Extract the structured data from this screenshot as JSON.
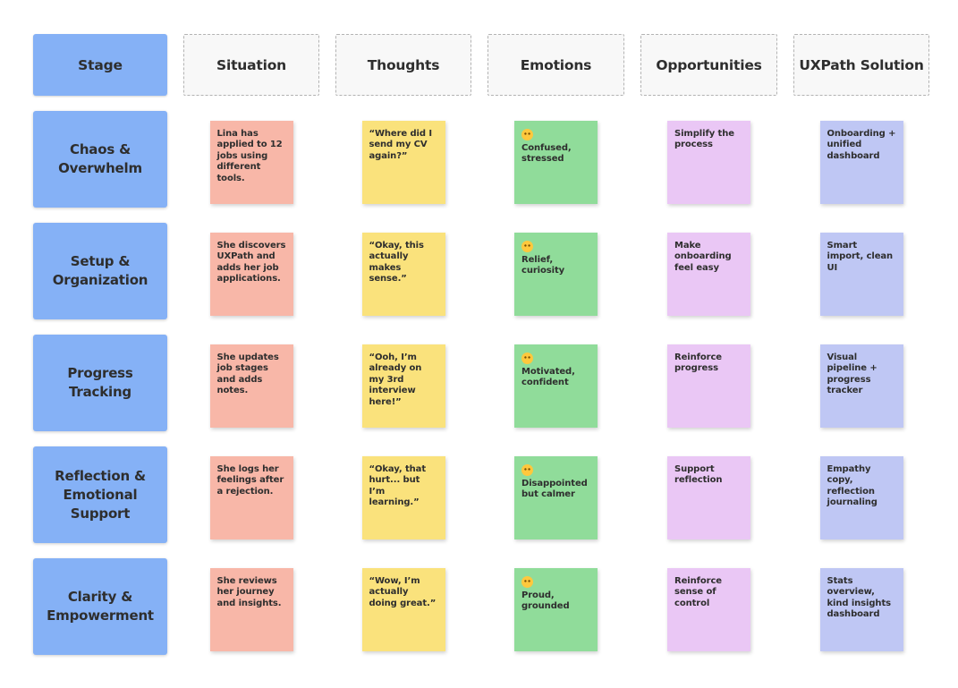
{
  "columns": [
    {
      "id": "stage",
      "label": "Stage"
    },
    {
      "id": "situation",
      "label": "Situation"
    },
    {
      "id": "thoughts",
      "label": "Thoughts"
    },
    {
      "id": "emotions",
      "label": "Emotions"
    },
    {
      "id": "opportunities",
      "label": "Opportunities"
    },
    {
      "id": "solution",
      "label": "UXPath Solution"
    }
  ],
  "rows": [
    {
      "stage": "Chaos & Overwhelm",
      "situation": "Lina has applied to 12 jobs using different tools.",
      "thoughts": "“Where did I send my CV again?”",
      "emotions": {
        "emoji": "😖",
        "emoji_name": "confounded-face-emoji",
        "text": "Confused, stressed"
      },
      "opportunities": "Simplify the process",
      "solution": "Onboarding + unified dashboard"
    },
    {
      "stage": "Setup & Organization",
      "situation": "She discovers UXPath and adds her job applications.",
      "thoughts": "“Okay, this actually makes sense.”",
      "emotions": {
        "emoji": "😌",
        "emoji_name": "relieved-face-emoji",
        "text": "Relief, curiosity"
      },
      "opportunities": "Make onboarding feel easy",
      "solution": "Smart import, clean UI"
    },
    {
      "stage": "Progress Tracking",
      "situation": "She updates job stages and adds notes.",
      "thoughts": "“Ooh, I’m already on my 3rd interview here!”",
      "emotions": {
        "emoji": "😊",
        "emoji_name": "smiling-face-emoji",
        "text": "Motivated, confident"
      },
      "opportunities": "Reinforce progress",
      "solution": "Visual pipeline + progress tracker"
    },
    {
      "stage": "Reflection & Emotional Support",
      "situation": "She logs her feelings after a rejection.",
      "thoughts": "“Okay, that hurt... but I’m learning.”",
      "emotions": {
        "emoji": "😞",
        "emoji_name": "disappointed-face-emoji",
        "text": "Disappointed but calmer"
      },
      "opportunities": "Support reflection",
      "solution": "Empathy copy, reflection journaling"
    },
    {
      "stage": "Clarity & Empowerment",
      "situation": "She reviews her journey and insights.",
      "thoughts": "“Wow, I’m actually doing great.”",
      "emotions": {
        "emoji": "💪",
        "emoji_name": "flexed-biceps-emoji",
        "text": "Proud, grounded"
      },
      "opportunities": "Reinforce sense of control",
      "solution": "Stats overview, kind insights dashboard"
    }
  ],
  "colors": {
    "stage_fill": "#85b1f6",
    "header_fill": "#f8f8f8",
    "header_border": "#b3b3b3",
    "situation_fill": "#f8b7a8",
    "thoughts_fill": "#fae27c",
    "emotions_fill": "#90dc9a",
    "opportunities_fill": "#eac7f5",
    "solution_fill": "#bfc7f4",
    "text": "#2e2e2e"
  }
}
